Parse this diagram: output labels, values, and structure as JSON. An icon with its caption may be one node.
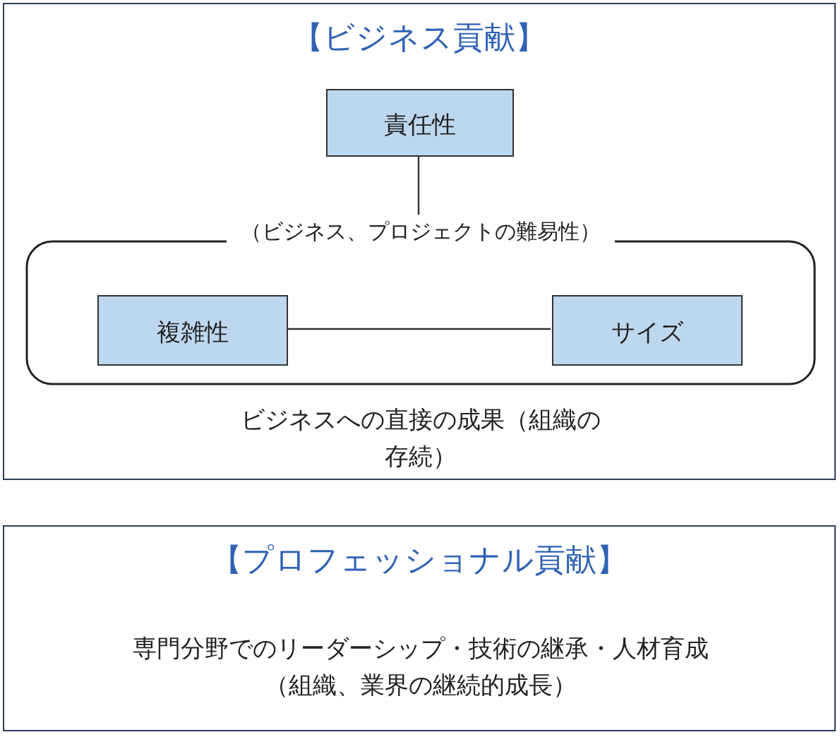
{
  "diagram": {
    "nodes": [
      {
        "text": [
          "【ビジネス貢献】",
          "ビジネスへの直接の成果（組織の存続）"
        ]
      },
      {
        "text": [
          "責任性"
        ],
        "in": 0
      },
      {
        "text": [
          "（ビジネス、プロジェクトの難易性）"
        ],
        "in": 0
      },
      {
        "text": [
          "複雑性"
        ],
        "in": 2
      },
      {
        "text": [
          "サイズ"
        ],
        "in": 2
      },
      {
        "text": [
          "【プロフェッショナル貢献】",
          "専門分野でのリーダーシップ・技術の継承・人材育成（組織、業界の継続的成長）"
        ]
      }
    ],
    "edges": [
      {
        "from": 1,
        "to": 2,
        "arrow": "none"
      },
      {
        "from": 3,
        "to": 4,
        "arrow": "none"
      }
    ]
  }
}
